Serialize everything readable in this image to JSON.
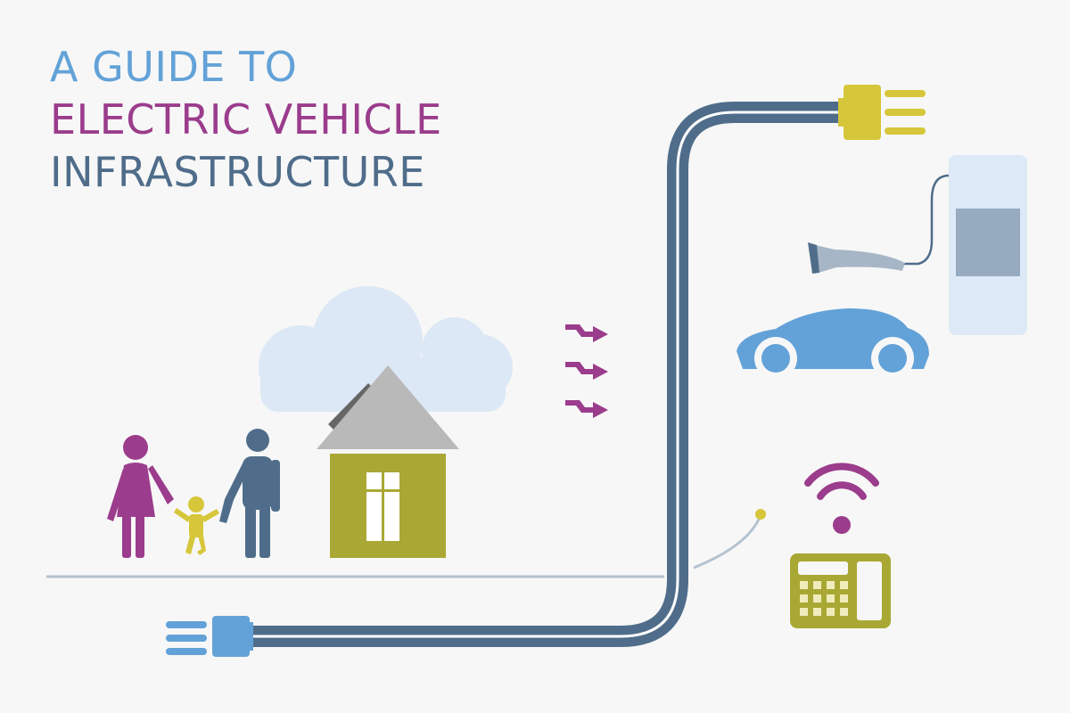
{
  "title": {
    "line1": "A GUIDE TO",
    "line2": "ELECTRIC VEHICLE",
    "line3": "INFRASTRUCTURE"
  },
  "colors": {
    "background": "#f7f7f7",
    "blue": "#63a2d8",
    "magenta": "#9b3c8c",
    "slate": "#4f6d8a",
    "olive": "#a9a834",
    "yellow": "#d6c63a",
    "cloud": "#dce8f5",
    "roof": "#b9b9b9",
    "ground": "#b5c2cf",
    "station": "#dde9f6",
    "station_screen": "#97abc0",
    "connector": "#a7b6c6"
  },
  "icons": [
    "woman-icon",
    "child-icon",
    "man-icon",
    "house-icon",
    "cloud-icon",
    "energy-flow-arrows-icon",
    "power-cable-icon",
    "plug-icon",
    "charging-station-icon",
    "charging-connector-icon",
    "car-icon",
    "wifi-icon",
    "smart-meter-icon"
  ]
}
